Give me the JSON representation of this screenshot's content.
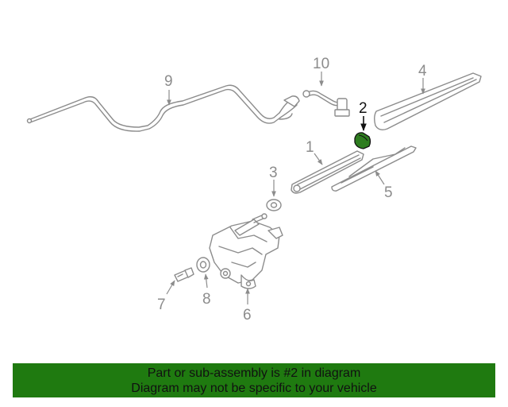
{
  "diagram": {
    "callouts": {
      "c1": "1",
      "c2": "2",
      "c3": "3",
      "c4": "4",
      "c5": "5",
      "c6": "6",
      "c7": "7",
      "c8": "8",
      "c9": "9",
      "c10": "10"
    },
    "highlight_color": "#2e7d1f"
  },
  "banner": {
    "line1": "Part or sub-assembly is #2 in diagram",
    "line2": "Diagram may not be specific to your vehicle",
    "background": "#1f7a10"
  }
}
